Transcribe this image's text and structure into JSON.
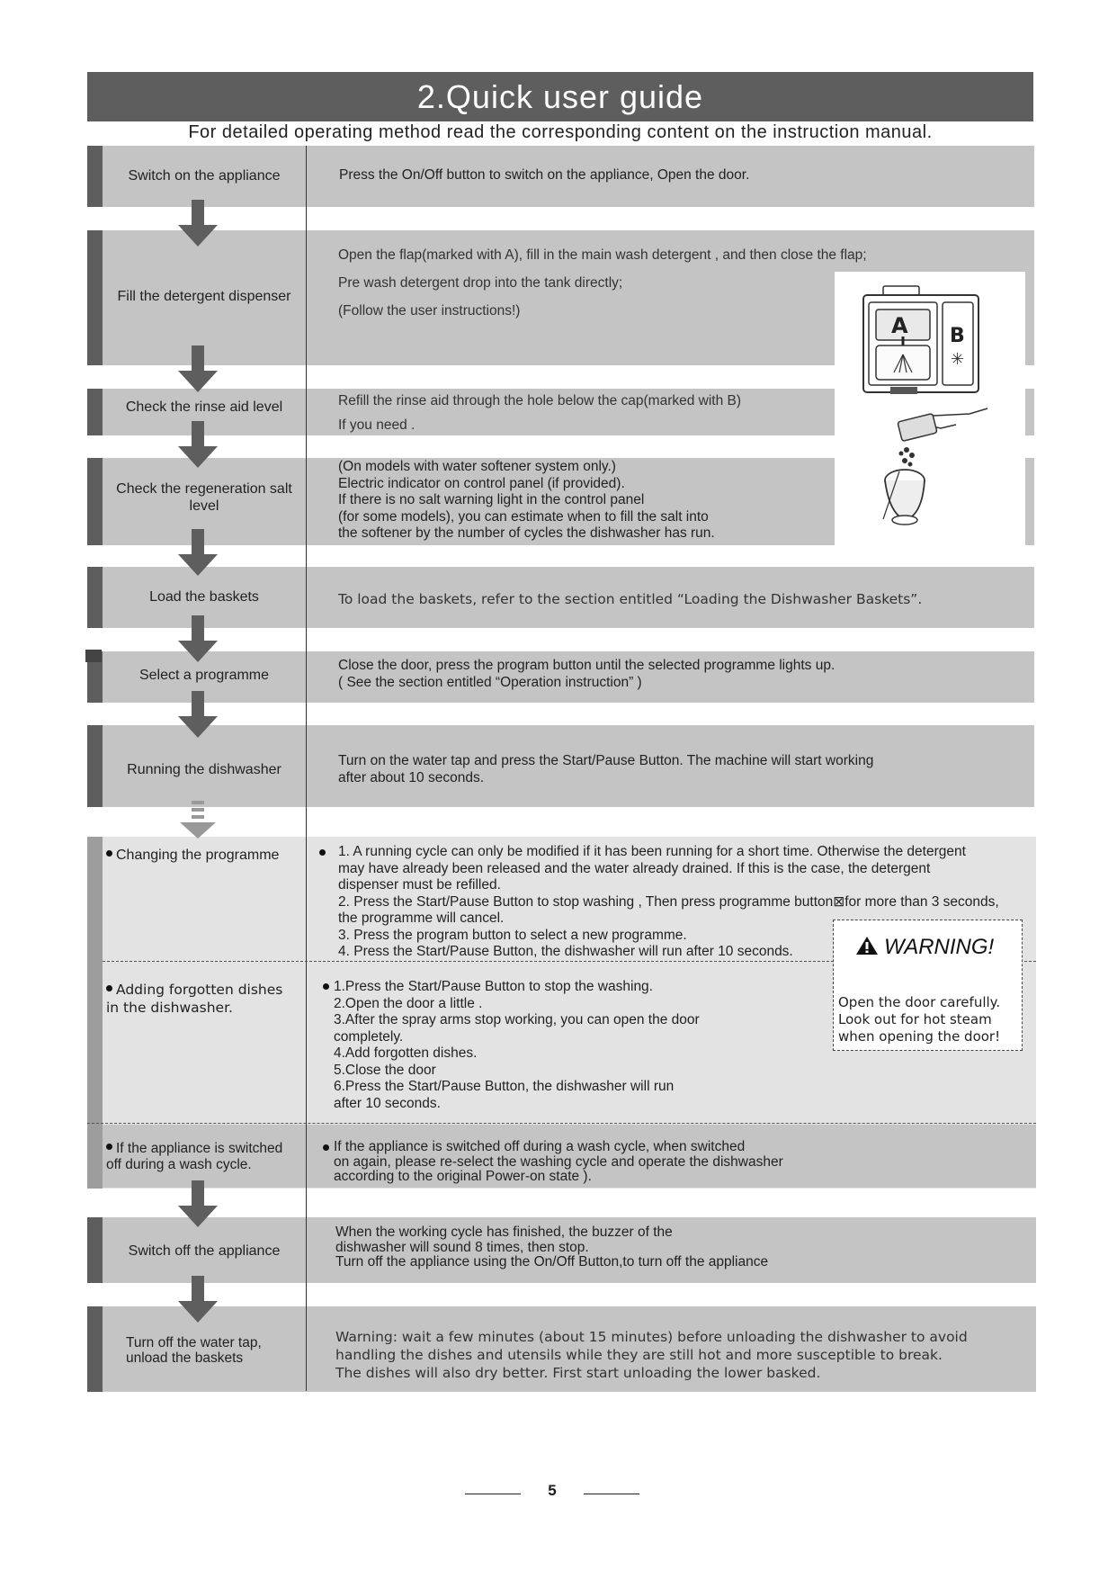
{
  "header": {
    "title": "2.Quick user guide",
    "subtitle": "For detailed operating method read the corresponding content on the instruction manual."
  },
  "steps": [
    {
      "label": "Switch on the appliance",
      "desc": [
        "Press the On/Off button to switch on the appliance, Open the door."
      ]
    },
    {
      "label": "Fill the detergent dispenser",
      "desc": [
        "Open the flap(marked with A), fill in the main wash detergent , and then close the flap;",
        "Pre wash detergent  drop into the tank directly;",
        "(Follow the user instructions!)"
      ]
    },
    {
      "label": "Check the rinse aid level",
      "desc": [
        "Refill the rinse aid through the hole below the cap(marked with B)",
        "If you need ."
      ]
    },
    {
      "label": "Check the regeneration salt level",
      "desc": [
        "(On models with water softener system only.)",
        "Electric indicator on control panel (if provided).",
        "If there is no salt warning light in the control panel",
        "(for some models), you can estimate when to fill the salt into",
        "the softener by the number of cycles the dishwasher has run."
      ]
    },
    {
      "label": "Load the baskets",
      "desc": [
        "To load the baskets, refer to the section entitled  “Loading the Dishwasher Baskets”."
      ]
    },
    {
      "label": "Select a programme",
      "desc": [
        "Close the door, press the program button until  the selected programme lights up.",
        "( See the  section entitled “Operation instruction” )"
      ]
    },
    {
      "label": "Running the dishwasher",
      "desc": [
        "Turn on the water tap and  press the Start/Pause Button. The machine will start working",
        "after about 10 seconds."
      ]
    },
    {
      "label": "Changing the programme",
      "desc": [
        "1. A running cycle can only be modified if it has been running for a short time. Otherwise the detergent",
        "may have already been released and the water already drained. If this is the case, the detergent",
        "dispenser must be refilled.",
        "2. Press the Start/Pause Button to stop washing , Then press programme button⊠for more than 3 seconds,",
        "the programme will cancel.",
        "3. Press the program button to select a new programme.",
        "4. Press the Start/Pause Button, the dishwasher will run after 10 seconds."
      ]
    },
    {
      "label": "Adding forgotten dishes in the dishwasher.",
      "desc": [
        "1.Press the Start/Pause Button to stop the washing.",
        "2.Open the door a little .",
        "3.After the spray arms stop working, you can open the door",
        "completely.",
        "4.Add forgotten dishes.",
        "5.Close the door",
        "6.Press the Start/Pause Button, the dishwasher will run",
        "after 10 seconds."
      ]
    },
    {
      "label": "If the appliance is switched off during a wash cycle.",
      "desc": [
        "If the appliance is switched off during a wash cycle, when switched",
        "on again, please re-select the washing cycle and operate the dishwasher",
        "according to the original Power-on state )."
      ]
    },
    {
      "label": "Switch off the appliance",
      "desc": [
        "When the working cycle has finished, the buzzer of  the",
        "dishwasher will sound 8 times, then stop.",
        "Turn off the appliance using the On/Off Button,to turn off the appliance"
      ]
    },
    {
      "label": "Turn off the water tap, unload the baskets",
      "desc": [
        "Warning: wait a few minutes (about 15 minutes) before unloading the dishwasher to avoid",
        "handling the dishes and utensils while they are still hot and more susceptible to break.",
        "The dishes will also dry better. First start unloading the lower basked."
      ]
    }
  ],
  "warning": {
    "title": "WARNING!",
    "lines": [
      "Open the door carefully.",
      "Look out for hot steam",
      "when opening the door!"
    ]
  },
  "dispenser_labels": {
    "a": "A",
    "b": "B"
  },
  "page_number": "5"
}
